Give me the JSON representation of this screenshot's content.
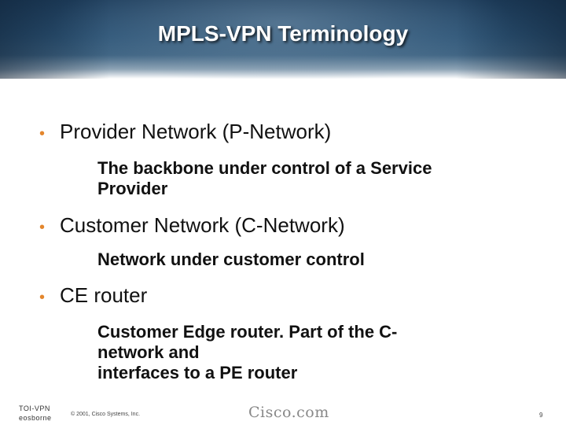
{
  "header": {
    "title": "MPLS-VPN Terminology"
  },
  "bullets": [
    {
      "label": "Provider Network (P-Network)",
      "description": "The backbone under control of a Service\n  Provider"
    },
    {
      "label": "Customer Network (C-Network)",
      "description": "Network under customer control"
    },
    {
      "label": "CE router",
      "description": "Customer Edge router. Part of the C-\n  network and\n  interfaces to a PE router"
    }
  ],
  "footer": {
    "course_code": "TOI-VPN\neosborne",
    "copyright": "© 2001, Cisco Systems, Inc.",
    "logo_text": "Cisco.com",
    "page_number": "9"
  },
  "colors": {
    "bullet_accent": "#e3862d",
    "header_dark": "#1f3f5e",
    "header_mid": "#3f6483"
  }
}
